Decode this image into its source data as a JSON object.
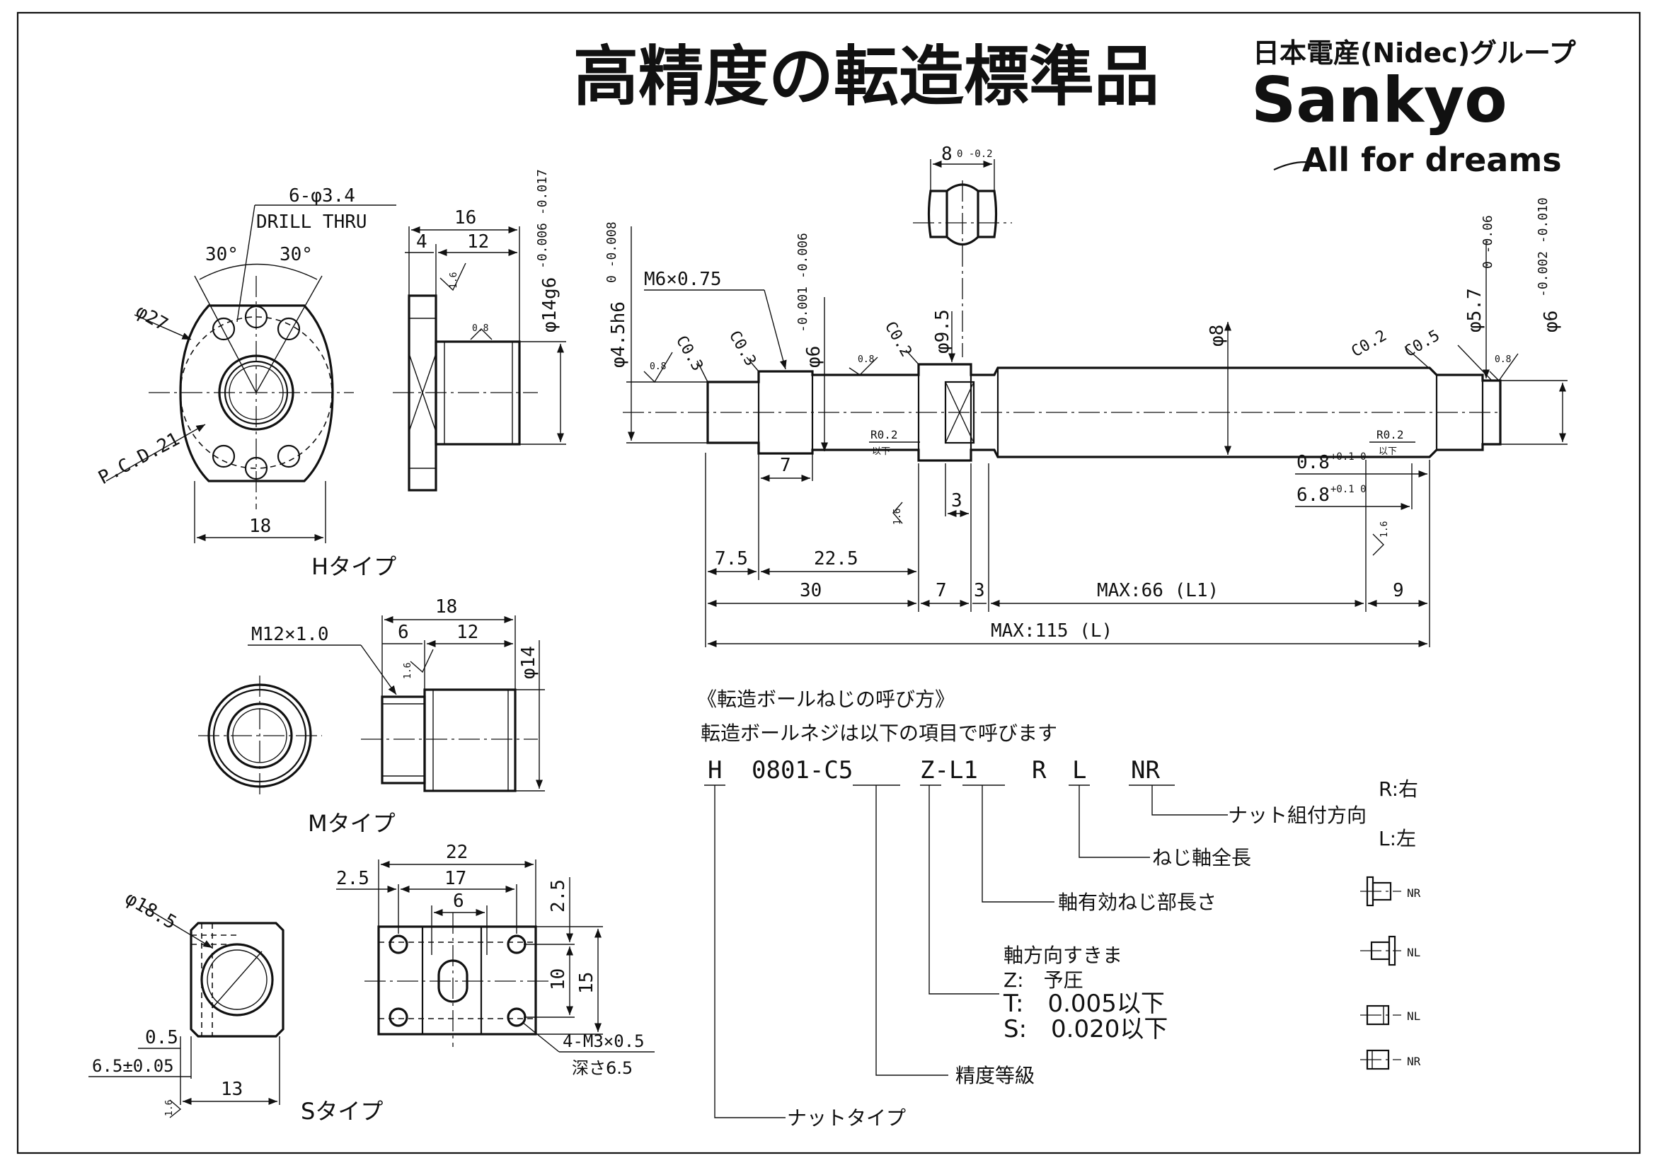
{
  "title": "高精度の転造標準品",
  "brand": {
    "group": "日本電産(Nidec)グループ",
    "name": "Sankyo",
    "tagline": "All for dreams"
  },
  "h_type": {
    "label": "Hタイプ",
    "holes": "6-φ3.4",
    "drill": "DRILL THRU",
    "angle1": "30°",
    "angle2": "30°",
    "dia27": "φ27",
    "pcd": "P.C.D.21",
    "width": "18",
    "len16": "16",
    "len4": "4",
    "len12": "12",
    "dia14": "φ14g6",
    "dia14_tol": "-0.006 -0.017",
    "rough": "1.6",
    "rough2": "0.8"
  },
  "m_type": {
    "label": "Mタイプ",
    "thread": "M12×1.0",
    "len18": "18",
    "len6": "6",
    "len12": "12",
    "dia14": "φ14",
    "rough": "1.6"
  },
  "s_type": {
    "label": "Sタイプ",
    "dia": "φ18.5",
    "w22": "22",
    "w25": "2.5",
    "w17": "17",
    "w6": "6",
    "h25": "2.5",
    "h10": "10",
    "h15": "15",
    "h05": "0.5",
    "h65": "6.5±0.05",
    "w13": "13",
    "tap": "4-M3×0.5",
    "depth": "深さ6.5",
    "rough": "1.6"
  },
  "shaft": {
    "flat": "8",
    "flat_tol": "0 -0.2",
    "thread": "M6×0.75",
    "dia45": "φ4.5h6",
    "dia45_tol": "0 -0.008",
    "dia6a": "φ6",
    "dia6a_tol": "-0.001 -0.006",
    "dia95": "φ9.5",
    "dia8": "φ8",
    "dia57": "φ5.7",
    "dia57_tol": "0 -0.06",
    "dia6b": "φ6",
    "dia6b_tol": "-0.002 -0.010",
    "c03a": "C0.3",
    "c03b": "C0.3",
    "c02a": "C0.2",
    "c02b": "C0.2",
    "c05": "C0.5",
    "r02a": "R0.2",
    "r02b": "R0.2",
    "ika": "以下",
    "d7": "7",
    "d3": "3",
    "d08": "0.8",
    "d68": "6.8",
    "tol01": "+0.1 0",
    "d75": "7.5",
    "d225": "22.5",
    "d30": "30",
    "d7b": "7",
    "d3b": "3",
    "max66": "MAX:66 (L1)",
    "d9": "9",
    "max115": "MAX:115 (L)",
    "rough08": "0.8",
    "rough16": "1.6"
  },
  "naming": {
    "heading": "《転造ボールねじの呼び方》",
    "intro": "転造ボールネジは以下の項目で呼びます",
    "code": [
      "H",
      "0801-C5",
      "Z-L1",
      "R",
      "L",
      "NR"
    ],
    "nut_dir": "ナット組付方向",
    "r_right": "R:右",
    "l_left": "L:左",
    "total_len": "ねじ軸全長",
    "eff_len": "軸有効ねじ部長さ",
    "axial": "軸方向すきま",
    "z": "Z:　予圧",
    "t": "T:　0.005以下",
    "s": "S:　0.020以下",
    "grade": "精度等級",
    "nut_type": "ナットタイプ",
    "nr": "NR",
    "nl": "NL"
  }
}
